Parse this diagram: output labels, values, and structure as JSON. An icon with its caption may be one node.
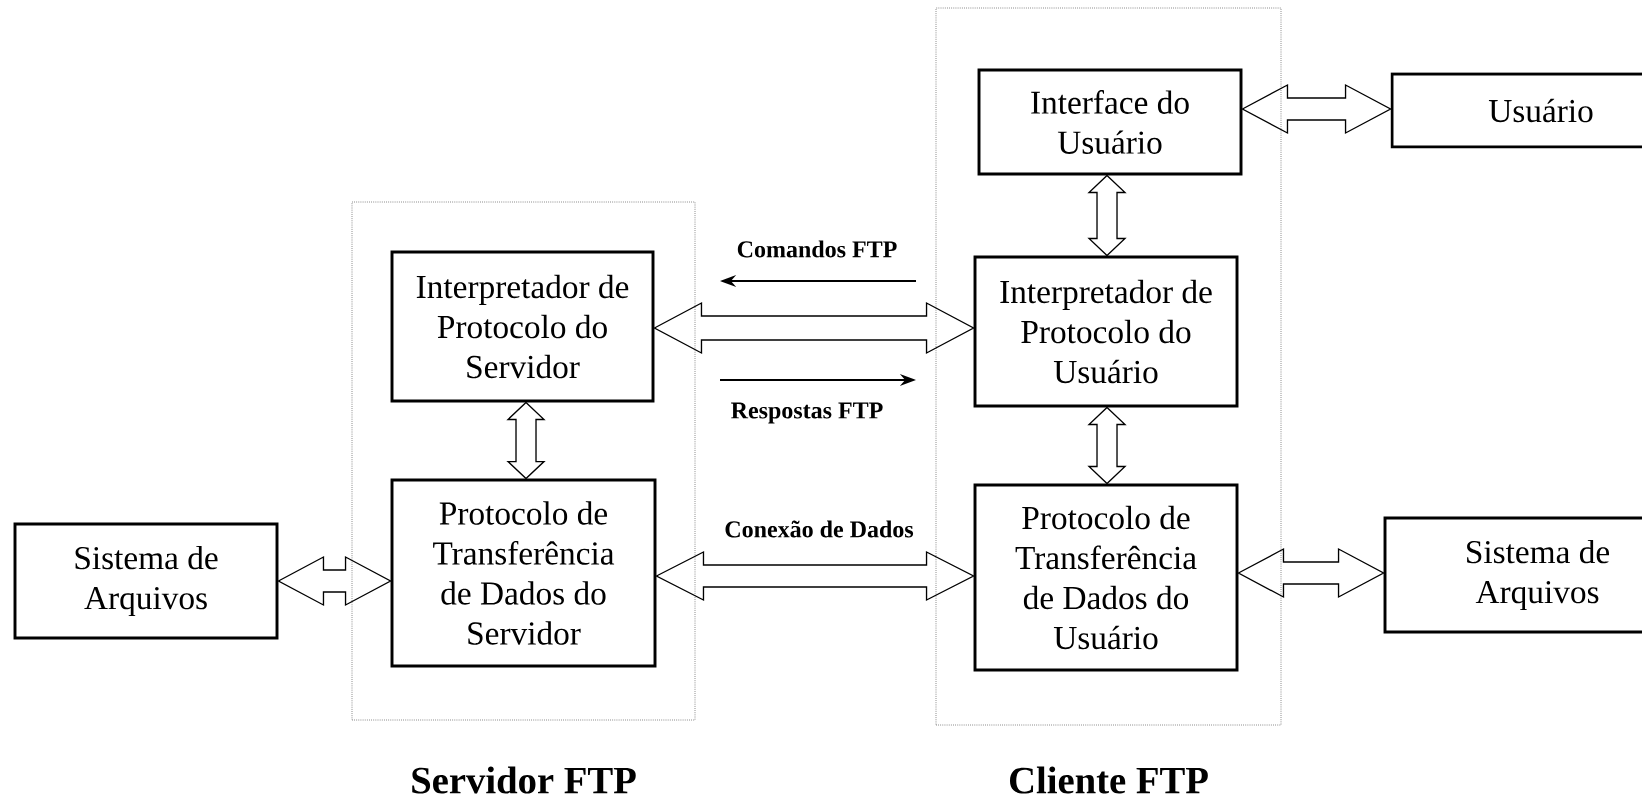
{
  "diagram": {
    "nodes": [
      {
        "text": [
          "Servidor FTP"
        ]
      },
      {
        "text": [
          "Interpretador de Protocolo do Servidor"
        ],
        "in": 0
      },
      {
        "text": [
          "Protocolo de Transferência de Dados do Servidor"
        ],
        "in": 0
      },
      {
        "text": [
          "Cliente FTP"
        ]
      },
      {
        "text": [
          "Interface do Usuário"
        ],
        "in": 3
      },
      {
        "text": [
          "Interpretador de Protocolo do Usuário"
        ],
        "in": 3
      },
      {
        "text": [
          "Protocolo de Transferência de Dados do Usuário"
        ],
        "in": 3
      },
      {
        "text": [
          "Usuário"
        ]
      },
      {
        "text": [
          "Sistema de Arquivos"
        ]
      },
      {
        "text": [
          "Sistema de Arquivos"
        ]
      }
    ],
    "edges": [
      {
        "from": 4,
        "to": 7,
        "arrow": "both"
      },
      {
        "from": 4,
        "to": 5,
        "arrow": "both"
      },
      {
        "from": 1,
        "to": 5,
        "arrow": "both"
      },
      {
        "from": 5,
        "to": 6,
        "arrow": "both"
      },
      {
        "from": 1,
        "to": 2,
        "arrow": "both"
      },
      {
        "from": 8,
        "to": 2,
        "arrow": "both"
      },
      {
        "from": 2,
        "to": 6,
        "arrow": "both",
        "label": "Conexão de Dados"
      },
      {
        "from": 6,
        "to": 9,
        "arrow": "both"
      }
    ],
    "labels": [
      "Comandos FTP",
      "Respostas FTP"
    ]
  }
}
